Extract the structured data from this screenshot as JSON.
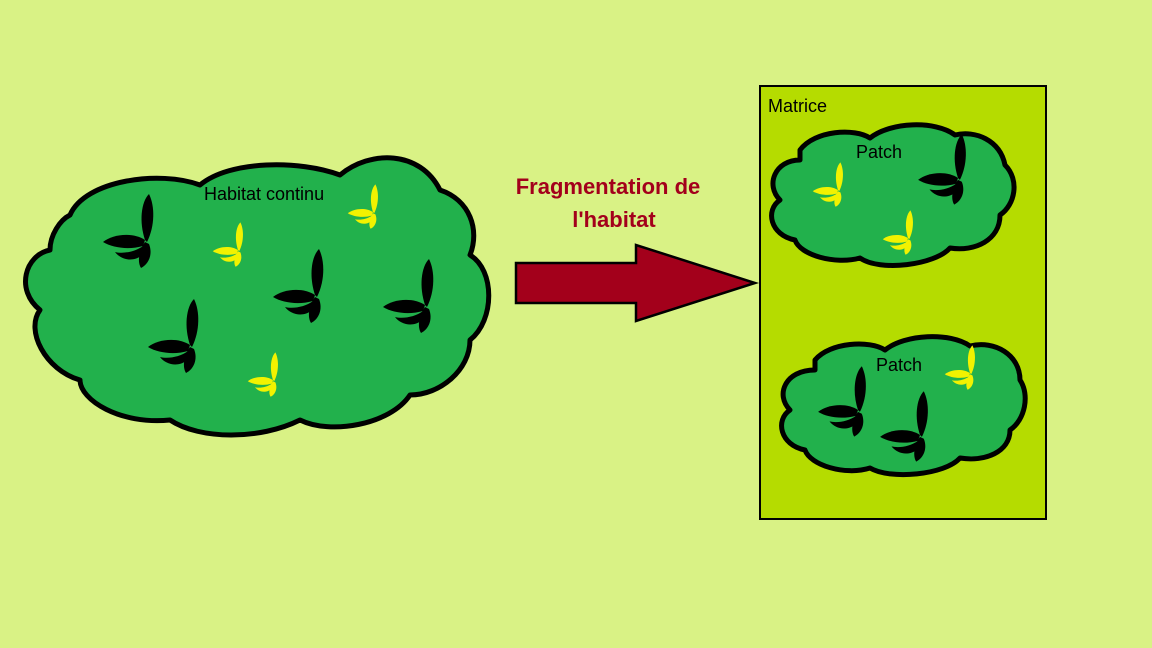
{
  "diagram": {
    "continuous_habitat_label": "Habitat continu",
    "arrow_label_line1": "Fragmentation de",
    "arrow_label_line2": "l'habitat",
    "matrix_label": "Matrice",
    "patch_top_label": "Patch",
    "patch_bottom_label": "Patch"
  },
  "colors": {
    "background": "#d9f285",
    "habitat": "#22b14c",
    "matrix": "#b5dc00",
    "arrow": "#a3001b",
    "butterfly_dark": "#000000",
    "butterfly_light": "#f2f200"
  },
  "icons": [
    "butterfly-icon"
  ]
}
